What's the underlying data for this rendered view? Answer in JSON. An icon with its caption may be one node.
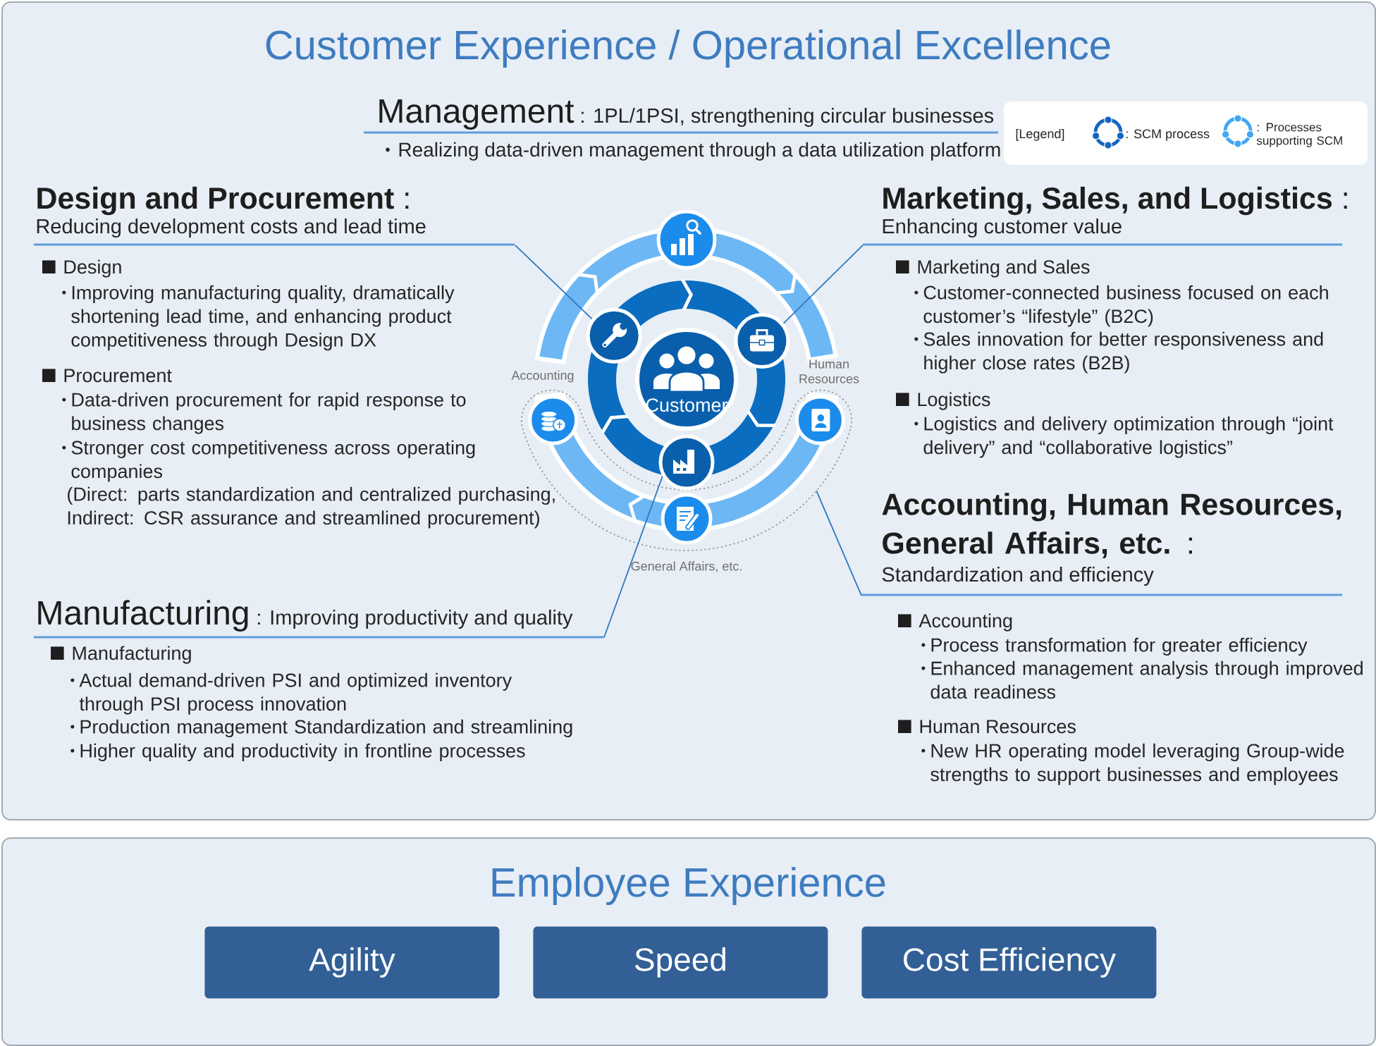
{
  "diagram": {
    "nodes": [
      {
        "text": [
          "Customer Experience / Operational Excellence"
        ]
      },
      {
        "text": [
          "Management",
          ": 1PL/1PSI, strengthening circular businesses",
          "Realizing data-driven management through a data utilization platform"
        ],
        "in": 0
      },
      {
        "text": [
          "**Design and Procurement** :",
          "Reducing development costs and lead time",
          "Design",
          "Improving manufacturing quality, dramatically shortening lead time, and enhancing product competitiveness through Design DX",
          "Procurement",
          "Data-driven procurement for rapid response to business changes",
          "Stronger cost competitiveness across operating companies",
          "(Direct: parts standardization and centralized purchasing, Indirect: CSR assurance and streamlined procurement)"
        ],
        "in": 0
      },
      {
        "text": [
          "**Marketing, Sales, and Logistics** :",
          "Enhancing customer value",
          "Marketing and Sales",
          "Customer-connected business focused on each customer’s “lifestyle” (B2C)",
          "Sales innovation for better responsiveness and higher close rates (B2B)",
          "Logistics",
          "Logistics and delivery optimization through “joint delivery” and “collaborative logistics”"
        ],
        "in": 0
      },
      {
        "text": [],
        "shape": "circle",
        "in": 0
      },
      {
        "text": [],
        "shape": "circle",
        "in": 0
      },
      {
        "text": [],
        "shape": "circle",
        "in": 0
      },
      {
        "text": [
          "Customer"
        ],
        "in": 0
      },
      {
        "text": [],
        "shape": "band",
        "in": 0
      },
      {
        "text": [],
        "shape": "circle",
        "in": 8
      },
      {
        "text": [],
        "shape": "circle",
        "in": 8
      },
      {
        "text": [],
        "shape": "circle",
        "in": 0
      },
      {
        "text": [],
        "shape": "circle",
        "in": 8
      },
      {
        "text": [
          "**Accounting, Human Resources, General Affairs, etc.** :",
          "Standardization and efficiency",
          "Accounting",
          "Process transformation for greater efficiency",
          "Enhanced management analysis through improved data readiness",
          "Human Resources",
          "New HR operating model leveraging Group-wide strengths to support businesses and employees"
        ],
        "in": 0
      },
      {
        "text": [
          "Manufacturing",
          ": Improving productivity and quality",
          "Manufacturing",
          "Actual demand-driven PSI and optimized inventory through PSI process innovation",
          "Production management Standardization and streamlining",
          "Higher quality and productivity in frontline processes"
        ],
        "in": 0
      },
      {
        "text": [
          "Employee Experience"
        ]
      },
      {
        "text": [
          "Agility"
        ],
        "in": 15
      },
      {
        "text": [
          "Speed"
        ],
        "in": 15
      },
      {
        "text": [
          "Cost Efficiency"
        ],
        "in": 15
      }
    ],
    "edges": [
      {
        "from": 2,
        "to": 5,
        "arrow": "none"
      },
      {
        "from": 3,
        "to": 6,
        "arrow": "none"
      },
      {
        "from": 13,
        "to": 8,
        "arrow": "none"
      },
      {
        "from": 14,
        "to": 11,
        "arrow": "none"
      }
    ],
    "labels": [
      "[Legend]",
      "Accounting",
      "Human Resources",
      "General Affairs, etc."
    ],
    "legend": [
      {
        "text": ": SCM process"
      },
      {
        "text": ": Processes supporting SCM"
      }
    ]
  }
}
